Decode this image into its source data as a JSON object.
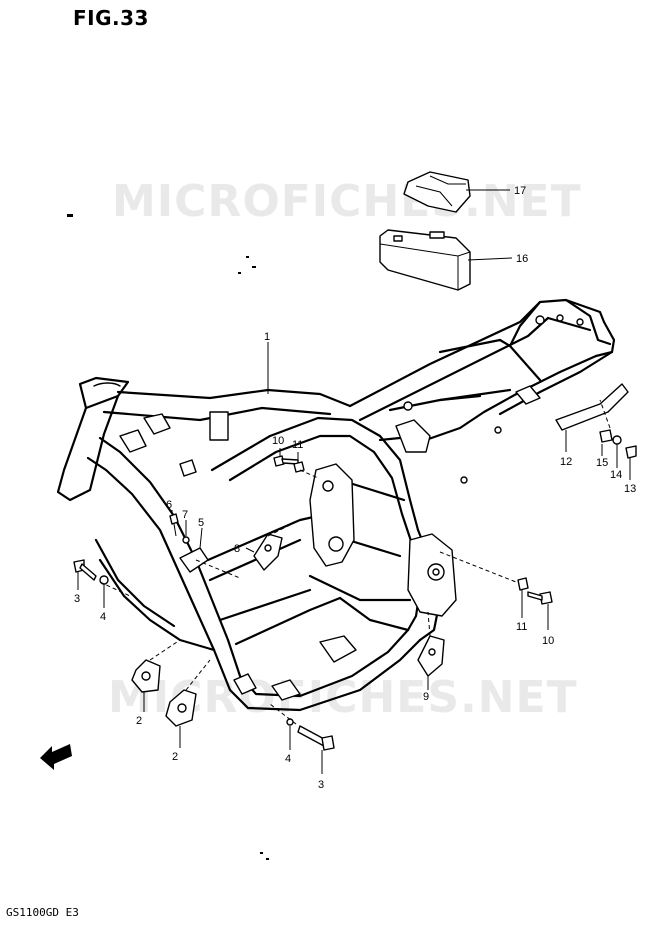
{
  "figure": {
    "title": "FIG.33",
    "model_code": "GS1100GD  E3"
  },
  "watermark": {
    "text": "MICROFICHES.NET"
  },
  "callouts": [
    {
      "id": "c17",
      "label": "17"
    },
    {
      "id": "c16",
      "label": "16"
    },
    {
      "id": "c1",
      "label": "1"
    },
    {
      "id": "c10a",
      "label": "10"
    },
    {
      "id": "c11a",
      "label": "11"
    },
    {
      "id": "c12",
      "label": "12"
    },
    {
      "id": "c15",
      "label": "15"
    },
    {
      "id": "c14",
      "label": "14"
    },
    {
      "id": "c13",
      "label": "13"
    },
    {
      "id": "c6",
      "label": "6"
    },
    {
      "id": "c7",
      "label": "7"
    },
    {
      "id": "c5",
      "label": "5"
    },
    {
      "id": "c8",
      "label": "8"
    },
    {
      "id": "c3a",
      "label": "3"
    },
    {
      "id": "c4a",
      "label": "4"
    },
    {
      "id": "c11b",
      "label": "11"
    },
    {
      "id": "c10b",
      "label": "10"
    },
    {
      "id": "c9",
      "label": "9"
    },
    {
      "id": "c2a",
      "label": "2"
    },
    {
      "id": "c2b",
      "label": "2"
    },
    {
      "id": "c4b",
      "label": "4"
    },
    {
      "id": "c3b",
      "label": "3"
    }
  ]
}
